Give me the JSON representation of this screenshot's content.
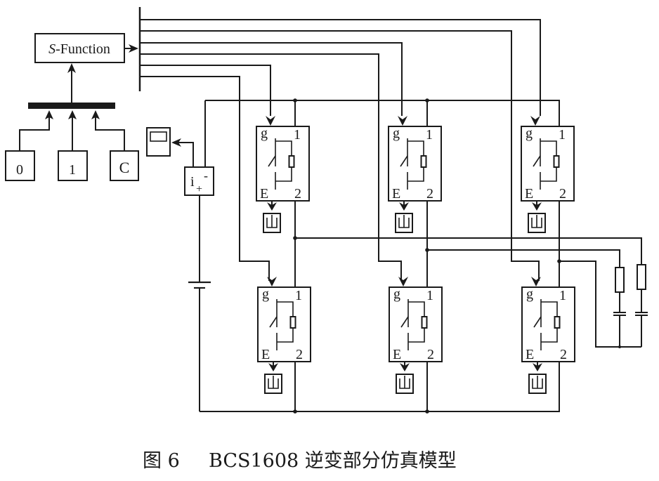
{
  "figure": {
    "caption_number": "图 6",
    "caption_text": "BCS1608 逆变部分仿真模型"
  },
  "blocks": {
    "sfunction": {
      "prefix": "S",
      "label": "-Function"
    },
    "constants": [
      {
        "label": "0"
      },
      {
        "label": "1"
      },
      {
        "label": "C"
      }
    ],
    "current_meter": {
      "i": "i",
      "minus": "-",
      "plus": "+"
    },
    "switch_labels": {
      "gate": "g",
      "emitter": "E",
      "term1": "1",
      "term2": "2"
    }
  },
  "igbts": [
    {
      "id": "upper-phase-a"
    },
    {
      "id": "upper-phase-b"
    },
    {
      "id": "upper-phase-c"
    },
    {
      "id": "lower-phase-a"
    },
    {
      "id": "lower-phase-b"
    },
    {
      "id": "lower-phase-c"
    }
  ],
  "loads": [
    {
      "id": "rc-load-1"
    },
    {
      "id": "rc-load-2"
    }
  ]
}
